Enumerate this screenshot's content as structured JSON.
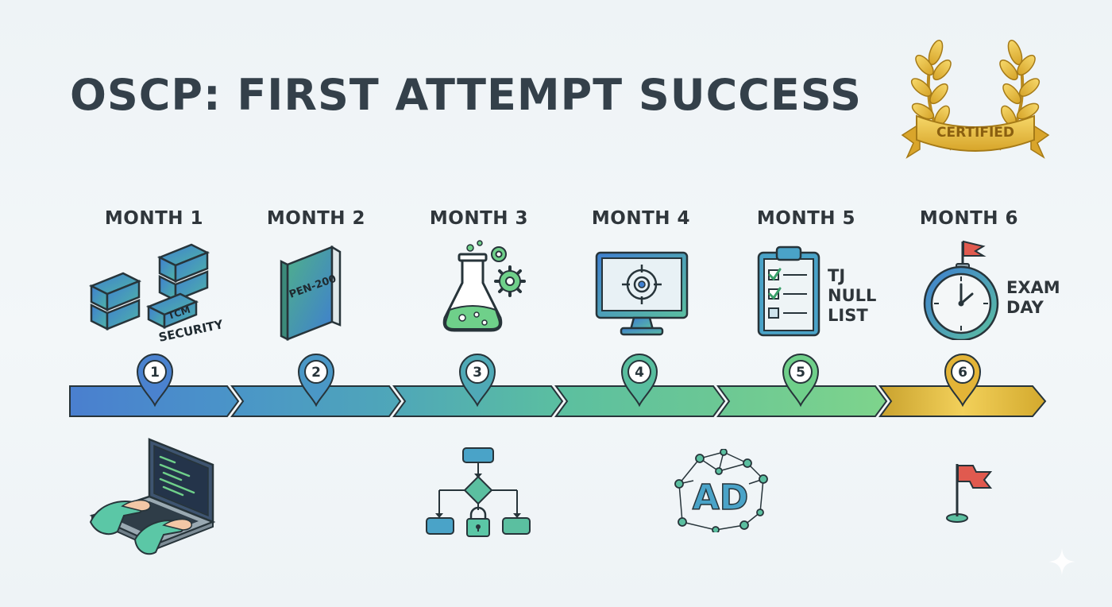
{
  "title": "OSCP: FIRST ATTEMPT SUCCESS",
  "badge": {
    "ribbon_text": "CERTIFIED"
  },
  "months": [
    {
      "label": "MONTH 1",
      "marker": "1",
      "icon": "bricks-icon",
      "icon_texts": [
        "TCM",
        "SECURITY"
      ],
      "bottom_icon": "laptop-typing-icon"
    },
    {
      "label": "MONTH 2",
      "marker": "2",
      "icon": "book-icon",
      "icon_texts": [
        "PEN-200"
      ],
      "bottom_icon": ""
    },
    {
      "label": "MONTH 3",
      "marker": "3",
      "icon": "flask-gears-icon",
      "icon_texts": [],
      "bottom_icon": "flowchart-lock-icon"
    },
    {
      "label": "MONTH 4",
      "marker": "4",
      "icon": "monitor-target-icon",
      "icon_texts": [],
      "bottom_icon": "active-directory-network-icon"
    },
    {
      "label": "MONTH 5",
      "marker": "5",
      "icon": "clipboard-checklist-icon",
      "icon_texts": [
        "TJ\nNULL\nLIST"
      ],
      "bottom_icon": ""
    },
    {
      "label": "MONTH 6",
      "marker": "6",
      "icon": "stopwatch-flag-icon",
      "icon_texts": [
        "EXAM\nDAY"
      ],
      "bottom_icon": "flag-icon"
    }
  ],
  "bottom_labels": {
    "ad": "AD"
  },
  "colors": {
    "segments": [
      "#4a7fcf",
      "#4a95c8",
      "#4fa7b8",
      "#5bbfa0",
      "#6fd08a",
      "#e0b838"
    ],
    "outline": "#27343a",
    "gold": "#e3b437"
  }
}
